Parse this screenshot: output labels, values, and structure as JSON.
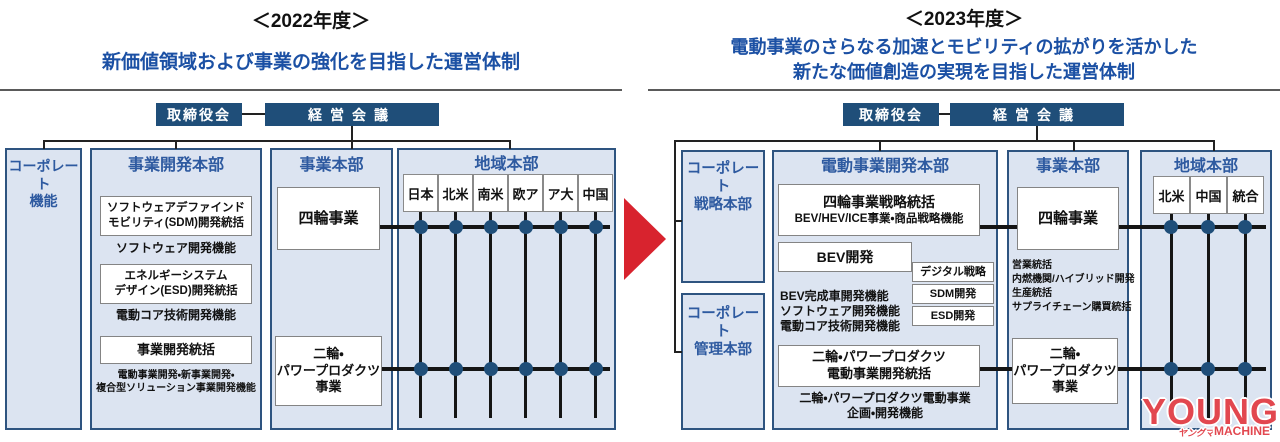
{
  "colors": {
    "navy": "#1f4e79",
    "column_fill": "#dce4f1",
    "column_border": "#2e5480",
    "title_blue": "#2e5aa0",
    "subtitle_blue": "#1b50a4",
    "line_black": "#151515",
    "arrow_red": "#d8232e",
    "watermark_red": "#e2474f"
  },
  "left": {
    "year": "＜2022年度＞",
    "subtitle": "新価値領域および事業の強化を目指した運営体制",
    "board_label": "取締役会",
    "exec_label": "経営会議",
    "corporate": {
      "line1": "コーポレート",
      "line2": "機能"
    },
    "dev_hq": {
      "title": "事業開発本部",
      "sdm_box": {
        "line1": "ソフトウェアデファインド",
        "line2": "モビリティ(SDM)開発統括"
      },
      "sdm_caption": "ソフトウェア開発機能",
      "esd_box": {
        "line1": "エネルギーシステム",
        "line2": "デザイン(ESD)開発統括"
      },
      "esd_caption": "電動コア技術開発機能",
      "biz_box": "事業開発統括",
      "biz_caption_line1": "電動事業開発・新事業開発・",
      "biz_caption_line2": "複合型ソリューション事業開発機能"
    },
    "biz_hq": {
      "title": "事業本部",
      "car": "四輪事業",
      "moto": {
        "line1": "二輪・",
        "line2": "パワープロダクツ",
        "line3": "事業"
      }
    },
    "region_hq": {
      "title": "地域本部",
      "regions": [
        "日本",
        "北米",
        "南米",
        "欧ア",
        "ア大",
        "中国"
      ]
    }
  },
  "right": {
    "year": "＜2023年度＞",
    "subtitle_line1": "電動事業のさらなる加速とモビリティの拡がりを活かした",
    "subtitle_line2": "新たな価値創造の実現を目指した運営体制",
    "board_label": "取締役会",
    "exec_label": "経営会議",
    "corp_strategy": {
      "line1": "コーポレート",
      "line2": "戦略本部"
    },
    "corp_admin": {
      "line1": "コーポレート",
      "line2": "管理本部"
    },
    "ev_hq": {
      "title": "電動事業開発本部",
      "car_strategy_box": {
        "line1": "四輪事業戦略統括",
        "line2": "BEV/HEV/ICE事業・商品戦略機能"
      },
      "bev_box": "BEV開発",
      "side_boxes": [
        "デジタル戦略",
        "SDM開発",
        "ESD開発"
      ],
      "captions": [
        "BEV完成車開発機能",
        "ソフトウェア開発機能",
        "電動コア技術開発機能"
      ],
      "moto_box": {
        "line1": "二輪・パワープロダクツ",
        "line2": "電動事業開発統括"
      },
      "moto_caption_line1": "二輪・パワープロダクツ電動事業",
      "moto_caption_line2": "企画・開発機能"
    },
    "biz_hq": {
      "title": "事業本部",
      "car": "四輪事業",
      "captions": [
        "営業統括",
        "内燃機関/ハイブリッド開発",
        "生産統括",
        "サプライチェーン購買統括"
      ],
      "moto": {
        "line1": "二輪・",
        "line2": "パワープロダクツ",
        "line3": "事業"
      }
    },
    "region_hq": {
      "title": "地域本部",
      "regions": [
        "北米",
        "中国",
        "統合"
      ]
    }
  },
  "watermark": {
    "word1": "YOUNG",
    "word2": "MACHINE",
    "script": "ヤングマシン"
  }
}
